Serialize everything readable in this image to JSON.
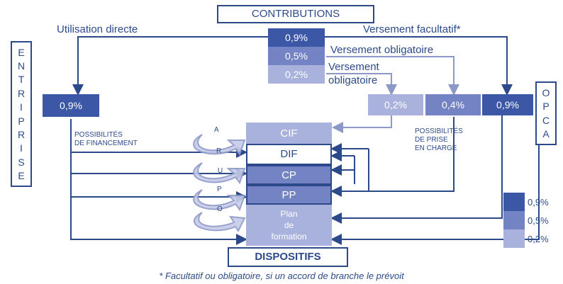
{
  "title": "CONTRIBUTIONS",
  "bottom_title": "DISPOSITIFS",
  "entreprise_letters": [
    "E",
    "N",
    "T",
    "R",
    "I",
    "P",
    "R",
    "I",
    "S",
    "E"
  ],
  "opca_letters": [
    "O",
    "P",
    "C",
    "A"
  ],
  "flow_labels": {
    "direct": "Utilisation directe",
    "facultatif": "Versement facultatif*",
    "obligatoire_1": "Versement obligatoire",
    "obligatoire_2a": "Versement",
    "obligatoire_2b": "obligatoire"
  },
  "contrib_values": [
    "0,9%",
    "0,5%",
    "0,2%"
  ],
  "left_value": "0,9%",
  "right_values": [
    "0,2%",
    "0,4%",
    "0,9%"
  ],
  "possibilites_financement": [
    "POSSIBILITÉS",
    "DE FINANCEMENT"
  ],
  "possibilites_prise": [
    "POSSIBILITÉS",
    "DE PRISE",
    "EN CHARGE"
  ],
  "arrow_letters": [
    "A",
    "R",
    "U",
    "P",
    "O"
  ],
  "dispositifs": [
    "CIF",
    "DIF",
    "CP",
    "PP"
  ],
  "plan_formation": [
    "Plan",
    "de",
    "formation"
  ],
  "legend": [
    {
      "label": "0,9%",
      "color": "#3b57a6"
    },
    {
      "label": "0,5%",
      "color": "#7483c3"
    },
    {
      "label": "0,2%",
      "color": "#a8b2dc"
    }
  ],
  "footnote": "* Facultatif ou obligatoire, si un accord de branche le prévoit"
}
